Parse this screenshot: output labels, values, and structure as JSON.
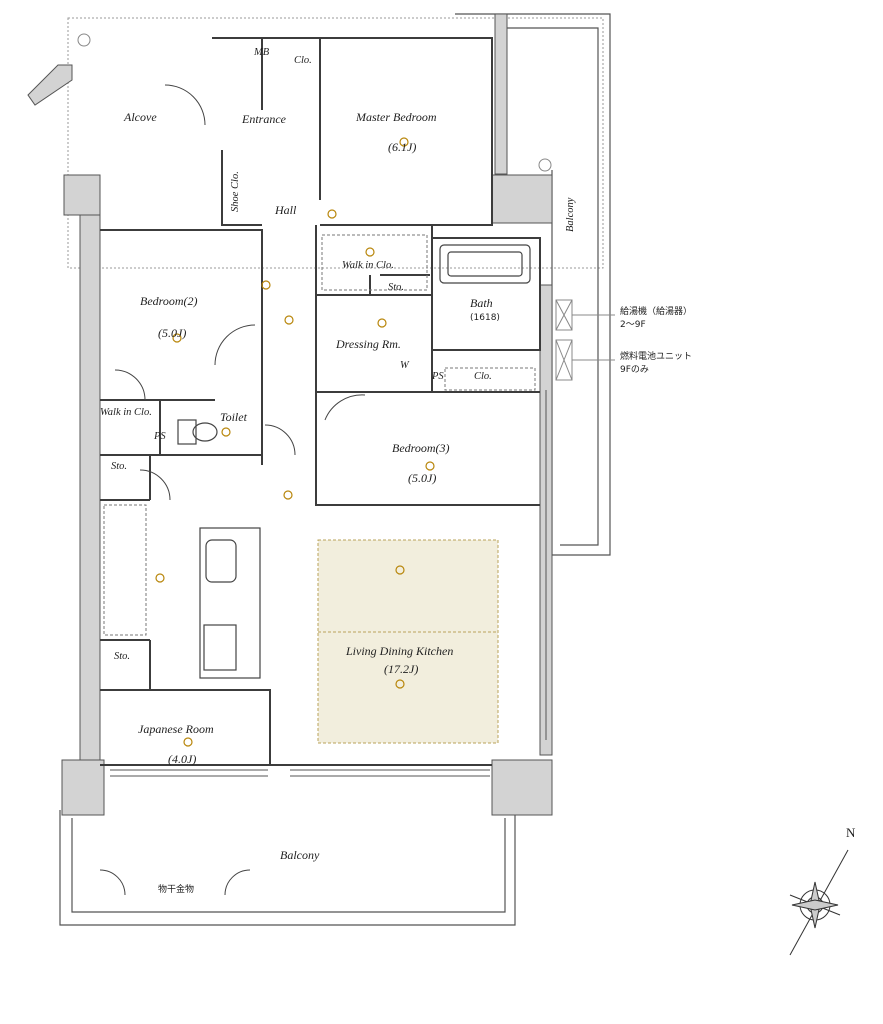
{
  "rooms": {
    "mb": "MB",
    "clo_top": "Clo.",
    "alcove": "Alcove",
    "entrance": "Entrance",
    "master_bedroom": "Master Bedroom",
    "master_bedroom_size": "(6.1J)",
    "shoe_clo": "Shoe Clo.",
    "hall": "Hall",
    "balcony_side": "Balcony",
    "walk_in_clo_1": "Walk in Clo.",
    "sto_1": "Sto.",
    "bath": "Bath",
    "bath_size": "(1618)",
    "dressing_rm": "Dressing Rm.",
    "w": "W",
    "ps_1": "PS",
    "clo_mid": "Clo.",
    "bedroom2": "Bedroom(2)",
    "bedroom2_size": "(5.0J)",
    "walk_in_clo_2": "Walk in Clo.",
    "ps_2": "PS",
    "toilet": "Toilet",
    "sto_2": "Sto.",
    "bedroom3": "Bedroom(3)",
    "bedroom3_size": "(5.0J)",
    "sto_3": "Sto.",
    "ldk": "Living Dining Kitchen",
    "ldk_size": "(17.2J)",
    "japanese_room": "Japanese Room",
    "japanese_room_size": "(4.0J)",
    "balcony_bottom": "Balcony",
    "laundry": "物干金物"
  },
  "notes": {
    "heater_1": "給湯機（給湯器）",
    "heater_2": "2～9F",
    "fuel_cell_1": "燃料電池ユニット",
    "fuel_cell_2": "9Fのみ"
  },
  "compass": {
    "north": "N"
  },
  "colors": {
    "wall": "#d3d3d3",
    "line": "#444444",
    "ldk_floor": "#f2eedd",
    "fixture": "#b8860b"
  }
}
